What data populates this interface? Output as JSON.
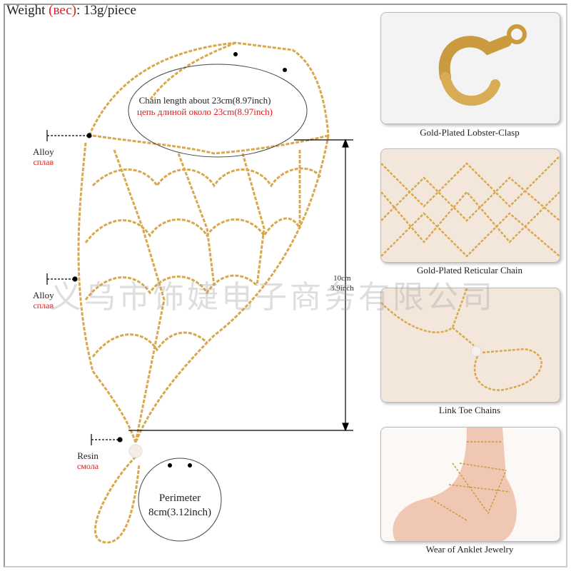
{
  "header": {
    "weight_label": "Weight ",
    "weight_ru": "(вес)",
    "weight_value": ": 13g/piece"
  },
  "annotations": {
    "chain_length_en": "Chain length about 23cm(8.97inch)",
    "chain_length_ru": "цепь длиной около 23cm(8.97inch)",
    "alloy_1_en": "Alloy",
    "alloy_1_ru": "сплав",
    "alloy_2_en": "Alloy",
    "alloy_2_ru": "сплав",
    "resin_en": "Resin",
    "resin_ru": "смола",
    "height_cm": "10cm",
    "height_inch": "3.9inch",
    "perimeter_label": "Perimeter",
    "perimeter_value": "8cm(3.12inch)"
  },
  "watermark": "义乌市饰婕电子商务有限公司",
  "panels": [
    {
      "caption": "Gold-Plated Lobster-Clasp"
    },
    {
      "caption": "Gold-Plated Reticular Chain"
    },
    {
      "caption": "Link Toe Chains"
    },
    {
      "caption": "Wear of Anklet Jewelry"
    }
  ],
  "colors": {
    "gold": "#d9a84e",
    "accent_red": "#e21b1b",
    "panel_bg": "#f3e7dc"
  }
}
